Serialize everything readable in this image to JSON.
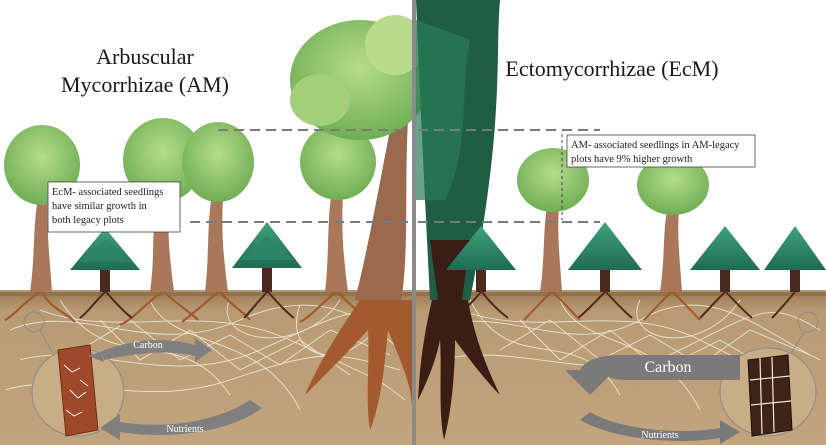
{
  "panels": {
    "left": {
      "title_line1": "Arbuscular",
      "title_line2": "Mycorrhizae (AM)"
    },
    "right": {
      "title": "Ectomycorrhizae (EcM)"
    }
  },
  "callouts": {
    "left": {
      "line1": "EcM- associated seedlings",
      "line2": "have similar growth in",
      "line3": "both legacy plots"
    },
    "right": {
      "line1": "AM- associated seedlings in AM-legacy",
      "line2": "plots have 9% higher growth"
    }
  },
  "flows": {
    "left": {
      "carbon": "Carbon",
      "nutrients": "Nutrients"
    },
    "right": {
      "carbon": "Carbon",
      "nutrients": "Nutrients"
    }
  },
  "colors": {
    "sky": "#ffffff",
    "soil": "#b89a73",
    "soil_surface": "#9c7b52",
    "broadleaf_foliage": "#8fc46a",
    "conifer_foliage": "#2f8a6b",
    "trunk_light": "#a9775a",
    "trunk_dark": "#4a2a1f",
    "flow_arrow": "#7a7a7a",
    "divider": "#8a8a8a"
  }
}
